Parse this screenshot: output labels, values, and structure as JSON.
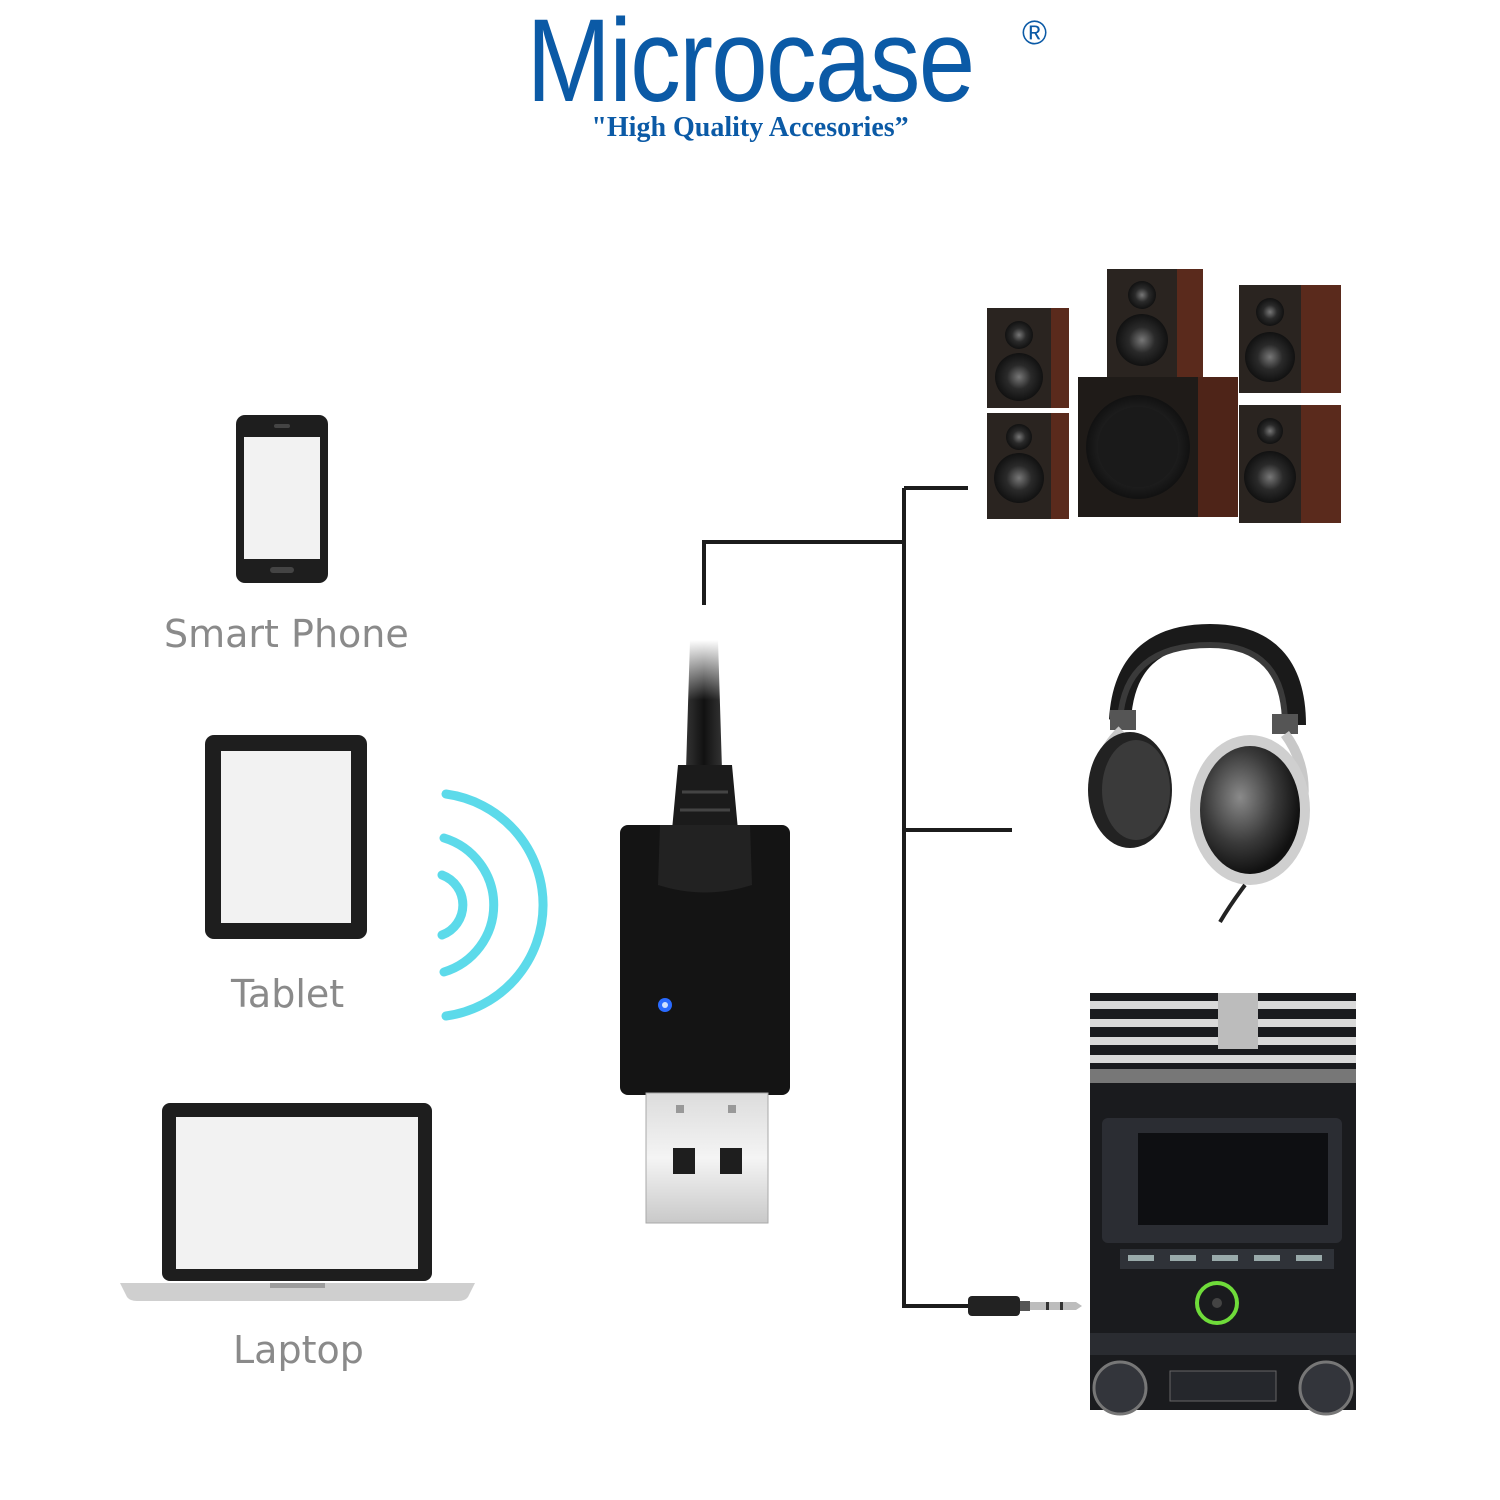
{
  "brand": {
    "name": "Microcase",
    "registered_mark": "®",
    "tagline": "\"High Quality Accesories”"
  },
  "source_devices": [
    {
      "label": "Smart Phone",
      "icon": "smartphone-icon"
    },
    {
      "label": "Tablet",
      "icon": "tablet-icon"
    },
    {
      "label": "Laptop",
      "icon": "laptop-icon"
    }
  ],
  "receiver": {
    "icon": "usb-bluetooth-receiver-icon",
    "led_color": "#2a6bff"
  },
  "wireless_signal": {
    "icon": "wireless-signal-icon",
    "color": "#3fd3e6"
  },
  "output_devices": [
    {
      "icon": "speaker-system-icon"
    },
    {
      "icon": "headphones-icon"
    },
    {
      "icon": "car-stereo-icon"
    }
  ],
  "colors": {
    "brand": "#0b5aa6",
    "label": "#8a8a8a"
  }
}
